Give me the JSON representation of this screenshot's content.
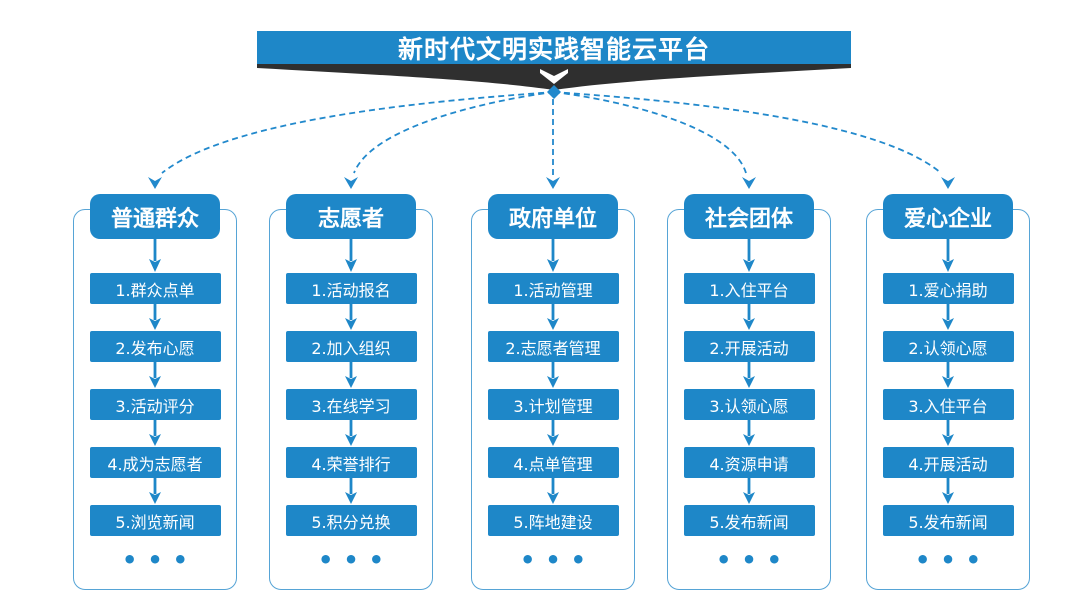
{
  "title": {
    "text": "新时代文明实践智能云平台"
  },
  "colors": {
    "accent": "#1e87c8",
    "dashed": "#2289cc",
    "container_border": "#56a4d6",
    "ribbon_shadow": "#2f2f2f"
  },
  "columns": [
    {
      "id": "general-public",
      "title": "普通群众",
      "items": [
        "1.群众点单",
        "2.发布心愿",
        "3.活动评分",
        "4.成为志愿者",
        "5.浏览新闻"
      ],
      "more": "•••"
    },
    {
      "id": "volunteer",
      "title": "志愿者",
      "items": [
        "1.活动报名",
        "2.加入组织",
        "3.在线学习",
        "4.荣誉排行",
        "5.积分兑换"
      ],
      "more": "•••"
    },
    {
      "id": "government-unit",
      "title": "政府单位",
      "items": [
        "1.活动管理",
        "2.志愿者管理",
        "3.计划管理",
        "4.点单管理",
        "5.阵地建设"
      ],
      "more": "•••"
    },
    {
      "id": "social-group",
      "title": "社会团体",
      "items": [
        "1.入住平台",
        "2.开展活动",
        "3.认领心愿",
        "4.资源申请",
        "5.发布新闻"
      ],
      "more": "•••"
    },
    {
      "id": "caring-enterprise",
      "title": "爱心企业",
      "items": [
        "1.爱心捐助",
        "2.认领心愿",
        "3.入住平台",
        "4.开展活动",
        "5.发布新闻"
      ],
      "more": "•••"
    }
  ]
}
